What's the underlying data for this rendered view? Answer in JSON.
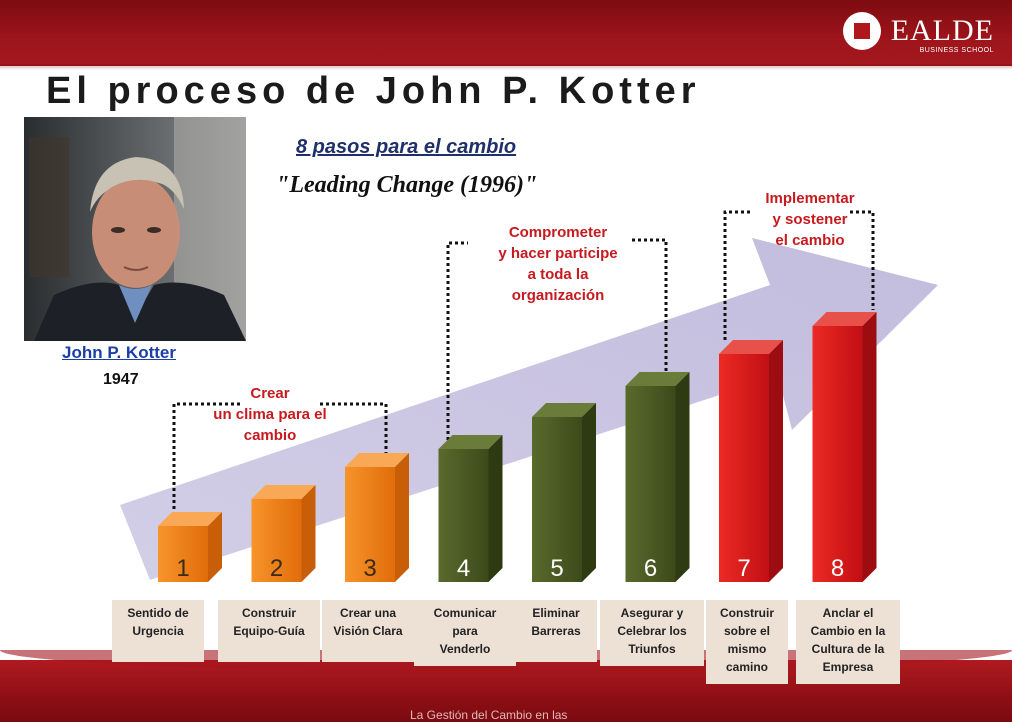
{
  "header": {
    "brand": "EALDE",
    "brand_sub": "BUSINESS SCHOOL",
    "colors": {
      "band": "#9e151b",
      "orange": "#ee7a14",
      "green": "#4a5a22",
      "red": "#d3171b",
      "annotation": "#c61a1f"
    }
  },
  "slide": {
    "title": "El proceso de John P. Kotter",
    "subtitle": "8 pasos para el cambio",
    "book": "\"Leading Change (1996)\"",
    "photo_caption": "John P. Kotter",
    "photo_year": "1947"
  },
  "annotations": {
    "group1": [
      "Crear",
      "un clima para el",
      "cambio"
    ],
    "group2": [
      "Comprometer",
      "y hacer participe",
      "a toda la",
      "organización"
    ],
    "group3": [
      "Implementar",
      "y sostener",
      "el cambio"
    ]
  },
  "steps": [
    {
      "number": "1",
      "label": [
        "Sentido de",
        "Urgencia"
      ],
      "level": 1,
      "group": "orange"
    },
    {
      "number": "2",
      "label": [
        "Construir",
        "Equipo-Guía"
      ],
      "level": 2,
      "group": "orange"
    },
    {
      "number": "3",
      "label": [
        "Crear una",
        "Visión Clara"
      ],
      "level": 3,
      "group": "orange"
    },
    {
      "number": "4",
      "label": [
        "Comunicar",
        "para",
        "Venderlo"
      ],
      "level": 4,
      "group": "green"
    },
    {
      "number": "5",
      "label": [
        "Eliminar",
        "Barreras"
      ],
      "level": 5,
      "group": "green"
    },
    {
      "number": "6",
      "label": [
        "Asegurar y",
        "Celebrar los",
        "Triunfos"
      ],
      "level": 6,
      "group": "green"
    },
    {
      "number": "7",
      "label": [
        "Construir",
        "sobre el",
        "mismo",
        "camino"
      ],
      "level": 7,
      "group": "red"
    },
    {
      "number": "8",
      "label": [
        "Anclar el",
        "Cambio en la",
        "Cultura de la",
        "Empresa"
      ],
      "level": 8,
      "group": "red"
    }
  ],
  "footer": {
    "text": "La Gestión del Cambio en las"
  }
}
